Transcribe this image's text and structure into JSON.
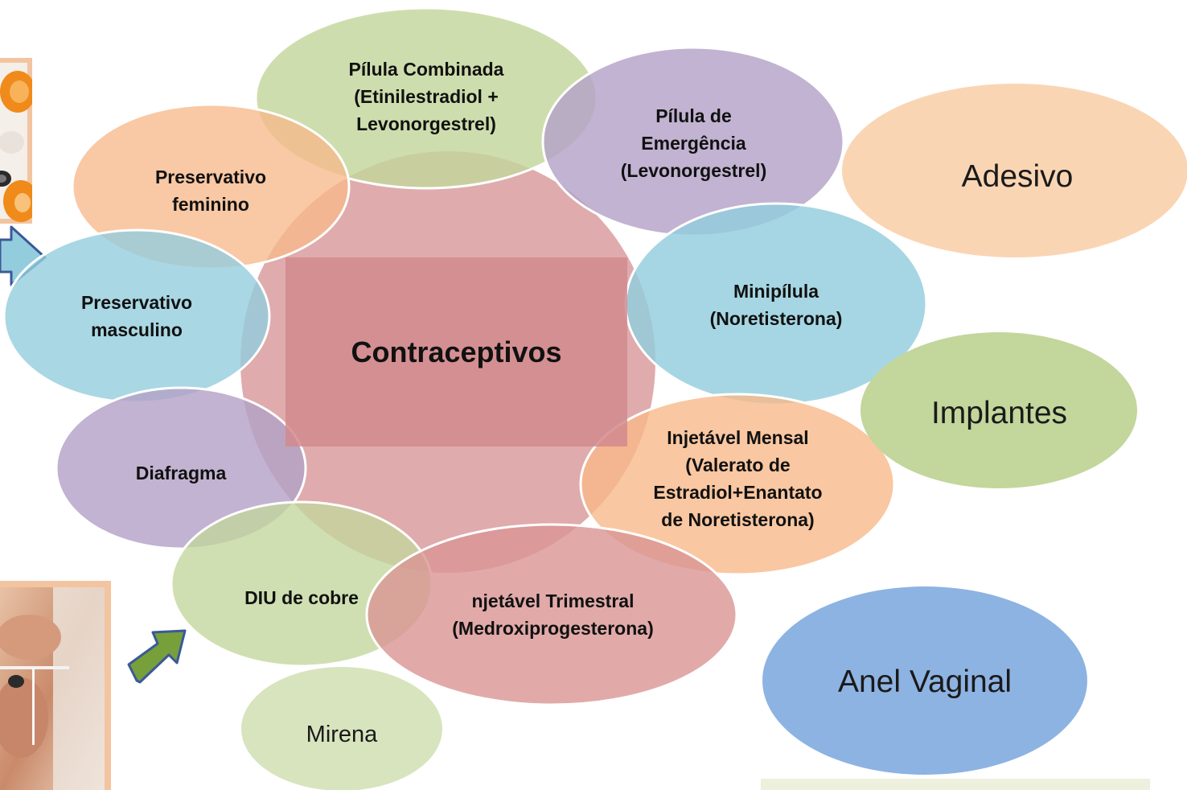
{
  "diagram": {
    "center": {
      "label": "Contraceptivos",
      "color": "#d28a8d"
    },
    "methods": [
      {
        "id": "pilula-combinada",
        "label": "Pílula Combinada\n(Etinilestradiol +\nLevonorgestrel)",
        "color": "#c3d69b"
      },
      {
        "id": "pilula-emergencia",
        "label": "Pílula de\nEmergência\n(Levonorgestrel)",
        "color": "#b3a2c7"
      },
      {
        "id": "preservativo-feminino",
        "label": "Preservativo\nfeminino",
        "color": "#f7b98a"
      },
      {
        "id": "preservativo-masculino",
        "label": "Preservativo\nmasculino",
        "color": "#93cddd"
      },
      {
        "id": "minipilula",
        "label": "Minipílula\n(Noretisterona)",
        "color": "#93cddd"
      },
      {
        "id": "injetavel-mensal",
        "label": "Injetável Mensal\n(Valerato de\nEstradiol+Enantato\nde Noretisterona)",
        "color": "#f7b98a"
      },
      {
        "id": "diafragma",
        "label": "Diafragma",
        "color": "#b3a2c7"
      },
      {
        "id": "diu-cobre",
        "label": "DIU  de cobre",
        "color": "#c3d69b"
      },
      {
        "id": "injetavel-trimestral",
        "label": "njetável Trimestral\n(Medroxiprogesterona)",
        "color": "#d99594"
      },
      {
        "id": "mirena",
        "label": "Mirena",
        "color": "#d7e4bd"
      },
      {
        "id": "adesivo",
        "label": "Adesivo",
        "color": "#fad5b4"
      },
      {
        "id": "implantes",
        "label": "Implantes",
        "color": "#c3d69b"
      },
      {
        "id": "anel-vaginal",
        "label": "Anel Vaginal",
        "color": "#8db3e2"
      }
    ]
  }
}
